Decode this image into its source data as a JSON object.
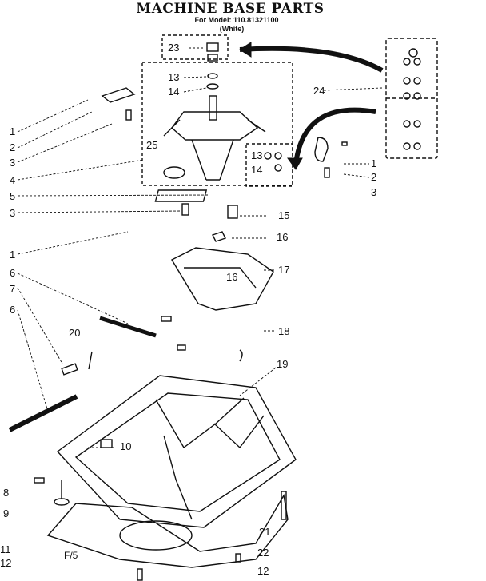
{
  "header": {
    "title": "MACHINE BASE PARTS",
    "model_line": "For Model: 110.81321100",
    "variant": "(White)"
  },
  "callouts": [
    "23",
    "13",
    "14",
    "24",
    "25",
    "13",
    "14",
    "1",
    "2",
    "3",
    "4",
    "5",
    "3",
    "15",
    "1",
    "16",
    "17",
    "16",
    "6",
    "7",
    "6",
    "20",
    "18",
    "19",
    "10",
    "8",
    "9",
    "11",
    "12",
    "21",
    "22",
    "12",
    "1",
    "2",
    "3"
  ],
  "footer_mark": "F/5"
}
